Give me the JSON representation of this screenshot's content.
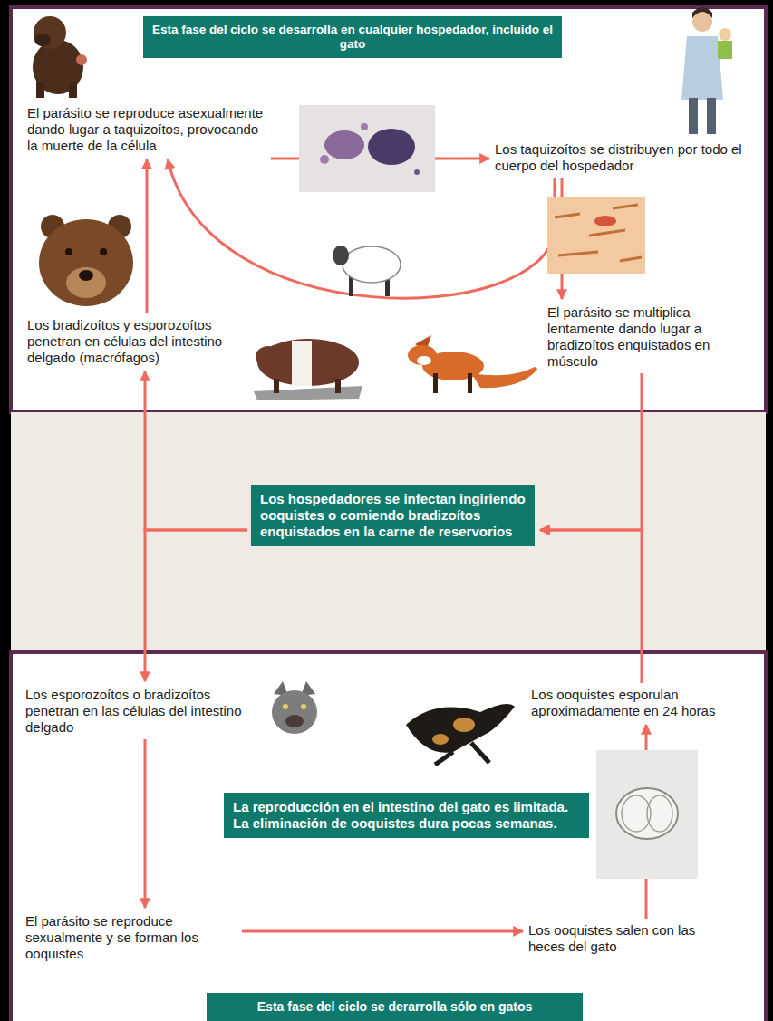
{
  "diagram": {
    "nodes": [
      {
        "text": [
          "Esta fase del ciclo se desarrolla en cualquier hospedador, incluido el gato"
        ]
      },
      {
        "text": [
          "El parásito se reproduce asexualmente dando lugar a taquizoítos, provocando la muerte de la célula"
        ]
      },
      {
        "text": [
          "Los taquizoítos se distribuyen por todo el cuerpo del hospedador"
        ]
      },
      {
        "text": [
          "Los bradizoítos y esporozoítos penetran en células del intestino delgado (macrófagos)"
        ]
      },
      {
        "text": [
          "El parásito se multiplica lentamente dando lugar a bradizoítos enquistados en músculo"
        ]
      },
      {
        "text": [
          "Los hospedadores se infectan ingiriendo ooquistes o comiendo bradizoítos enquistados en la carne de reservorios"
        ]
      },
      {
        "text": [
          "Los esporozoítos o bradizoítos penetran en las células del intestino delgado"
        ]
      },
      {
        "text": [
          "Los ooquistes esporulan aproximadamente en 24 horas"
        ]
      },
      {
        "text": [
          "La reproducción en el intestino del gato es limitada. La eliminación de ooquistes dura pocas semanas."
        ]
      },
      {
        "text": [
          "El parásito se reproduce sexualmente y se forman los ooquistes"
        ]
      },
      {
        "text": [
          "Los ooquistes salen con las heces del gato"
        ]
      },
      {
        "text": [
          "Esta fase del ciclo se derarrolla sólo en gatos"
        ]
      }
    ],
    "edges": [
      {
        "from": 1,
        "to": 2,
        "arrow": "to"
      },
      {
        "from": 2,
        "to": 4,
        "arrow": "to"
      },
      {
        "from": 2,
        "to": 1,
        "arrow": "to"
      },
      {
        "from": 3,
        "to": 1,
        "arrow": "to"
      },
      {
        "from": 4,
        "to": 5,
        "arrow": "to"
      },
      {
        "from": 7,
        "to": 5,
        "arrow": "to"
      },
      {
        "from": 5,
        "to": 3,
        "arrow": "to"
      },
      {
        "from": 5,
        "to": 6,
        "arrow": "to"
      },
      {
        "from": 6,
        "to": 9,
        "arrow": "to"
      },
      {
        "from": 9,
        "to": 10,
        "arrow": "to"
      },
      {
        "from": 10,
        "to": 7,
        "arrow": "to"
      }
    ]
  }
}
